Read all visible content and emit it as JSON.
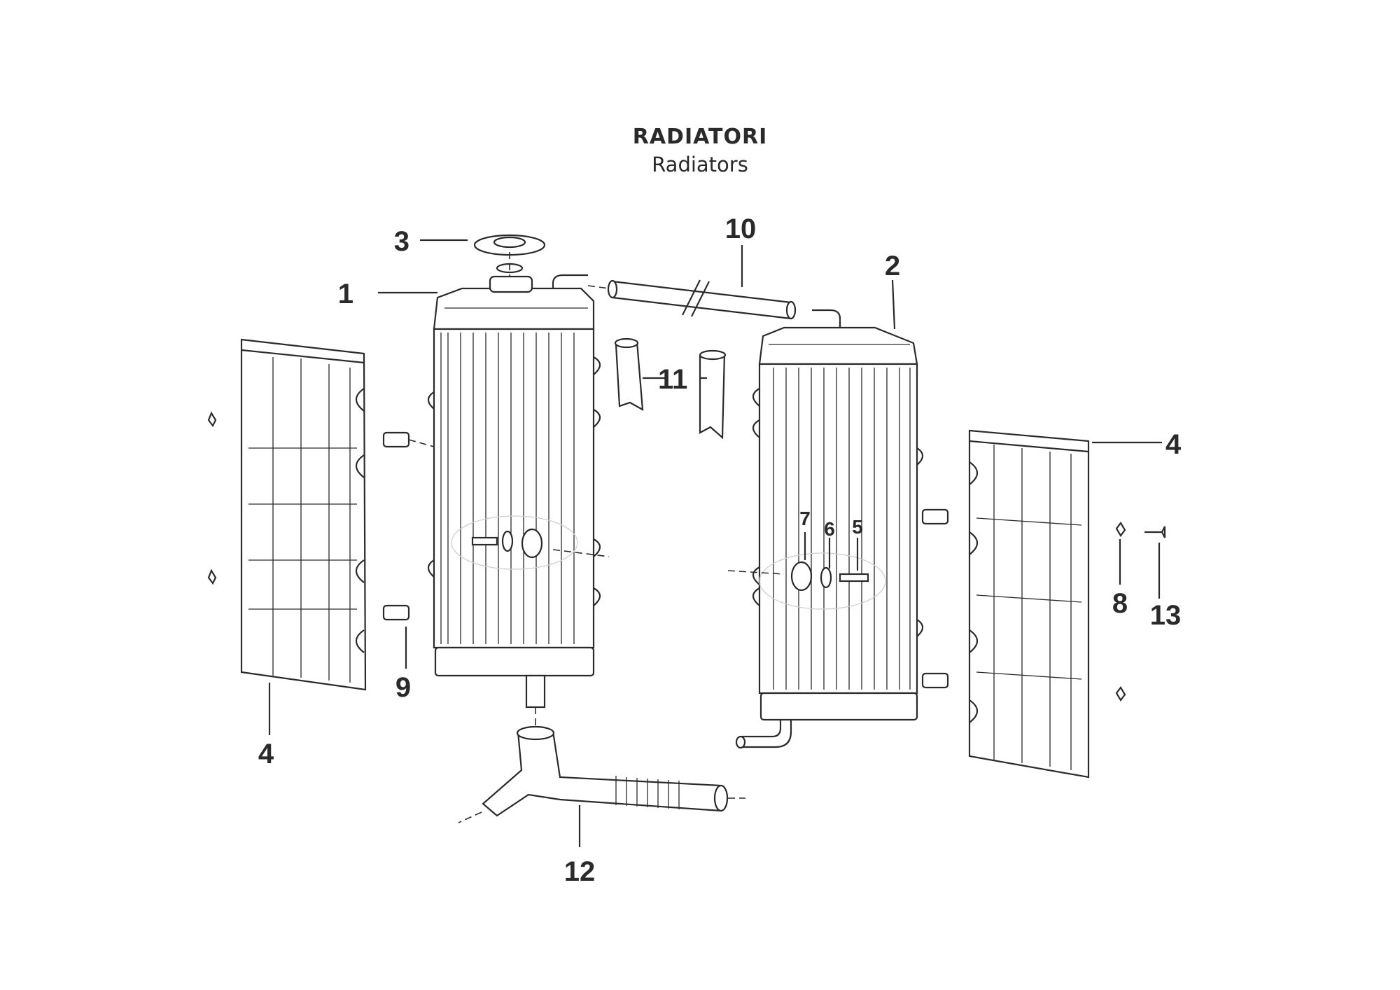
{
  "title": "RADIATORI",
  "subtitle": "Radiators",
  "callouts": {
    "c1": "1",
    "c2": "2",
    "c3": "3",
    "c4_left": "4",
    "c4_right": "4",
    "c5": "5",
    "c6": "6",
    "c7": "7",
    "c8": "8",
    "c9": "9",
    "c10": "10",
    "c11": "11",
    "c12": "12",
    "c13": "13"
  }
}
